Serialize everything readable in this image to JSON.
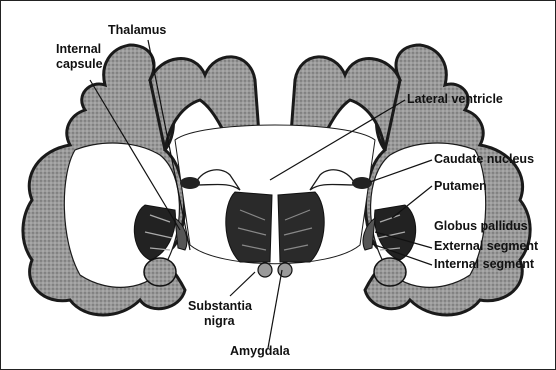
{
  "labels": {
    "thalamus": "Thalamus",
    "internal_capsule_1": "Internal",
    "internal_capsule_2": "capsule",
    "lateral_ventricle": "Lateral ventricle",
    "caudate_nucleus": "Caudate nucleus",
    "putamen": "Putamen",
    "globus_pallidus": "Globus pallidus:",
    "external_segment": "External segment",
    "internal_segment": "Internal segment",
    "substantia_nigra_1": "Substantia",
    "substantia_nigra_2": "nigra",
    "amygdala": "Amygdala"
  },
  "colors": {
    "cortex_fill": "#8e8e8e",
    "cortex_stroke": "#1a1a1a",
    "dark_nuclei": "#222222",
    "frame": "#222222"
  }
}
